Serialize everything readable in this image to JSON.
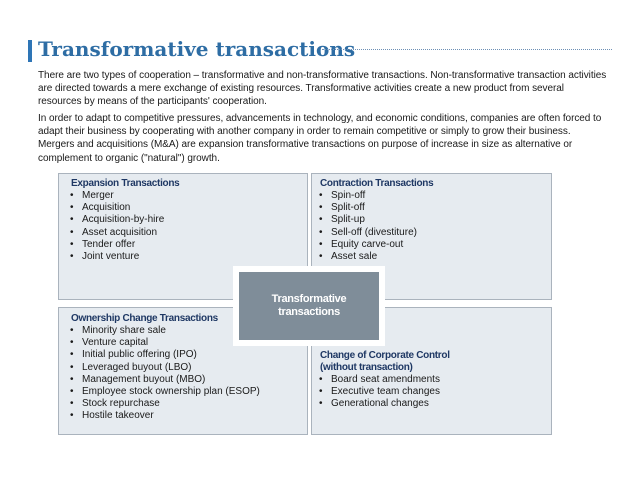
{
  "slide": {
    "title": "Transformative transactions",
    "paragraph1": "There are two types of cooperation – transformative and non-transformative transactions. Non-transformative transaction activities are directed towards a mere exchange of existing resources. Transformative activities create a new product from several resources by means of the participants' cooperation.",
    "paragraph2": "In order to adapt to competitive pressures, advancements in technology, and economic conditions, companies are often forced to adapt their business by cooperating with another company in order to remain competitive or simply to grow their business. Mergers and acquisitions (M&A) are expansion transformative transactions on purpose of increase in size as alternative or complement to organic (\"natural\") growth."
  },
  "center": {
    "line1": "Transformative",
    "line2": "transactions"
  },
  "quadrants": {
    "expansion": {
      "title": "Expansion Transactions",
      "items": [
        "Merger",
        "Acquisition",
        "Acquisition-by-hire",
        "Asset acquisition",
        "Tender offer",
        "Joint venture"
      ]
    },
    "contraction": {
      "title": "Contraction Transactions",
      "items": [
        "Spin-off",
        "Split-off",
        "Split-up",
        "Sell-off (divestiture)",
        "Equity carve-out",
        "Asset sale"
      ]
    },
    "ownership": {
      "title": "Ownership Change Transactions",
      "items": [
        "Minority share sale",
        "Venture capital",
        "Initial public offering (IPO)",
        "Leveraged buyout (LBO)",
        "Management buyout (MBO)",
        "Employee stock ownership plan (ESOP)",
        "Stock repurchase",
        "Hostile takeover"
      ]
    },
    "control": {
      "title_line1": "Change of Corporate Control",
      "title_line2": "(without transaction)",
      "items": [
        "Board seat amendments",
        "Executive team changes",
        "Generational changes"
      ]
    }
  },
  "colors": {
    "title": "#2e6da4",
    "box_fill": "#e6ebf0",
    "box_heading": "#1f3864",
    "center_fill": "#7f8d99"
  }
}
